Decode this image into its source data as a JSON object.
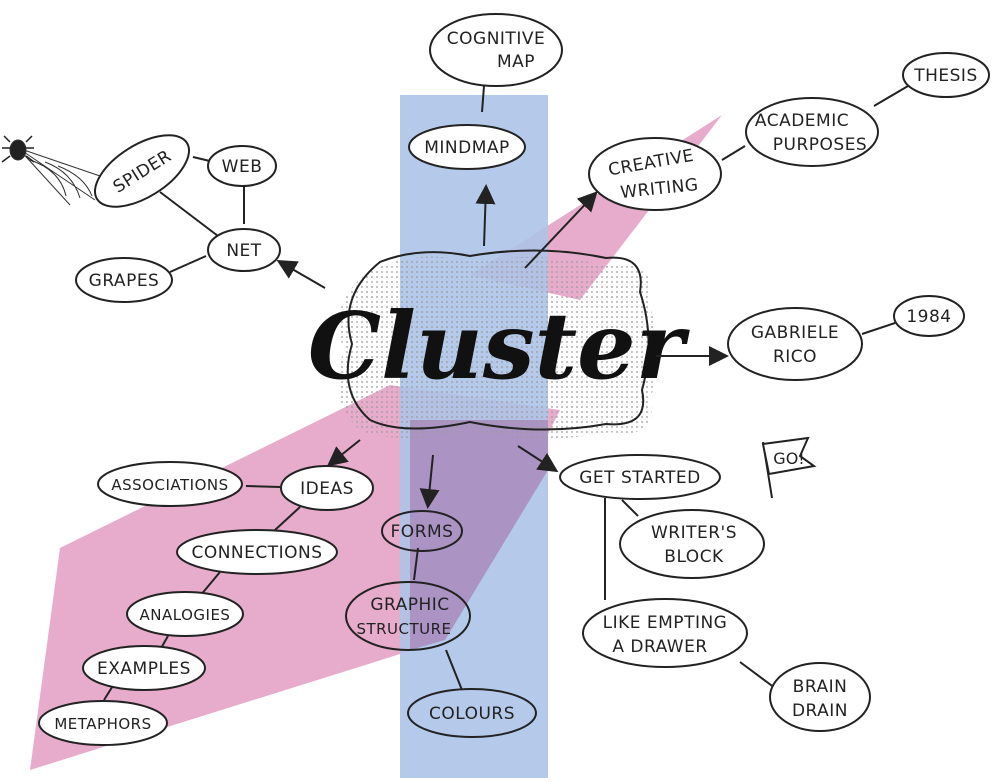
{
  "center": {
    "label": "Cluster"
  },
  "nodes": {
    "cognitive_map_line1": "COGNITIVE",
    "cognitive_map_line2": "MAP",
    "mindmap": "MINDMAP",
    "creative_writing_line1": "CREATIVE",
    "creative_writing_line2": "WRITING",
    "academic_purposes_line1": "ACADEMIC",
    "academic_purposes_line2": "PURPOSES",
    "thesis": "THESIS",
    "gabriele_rico_line1": "GABRIELE",
    "gabriele_rico_line2": "RICO",
    "year_1984": "1984",
    "spider": "SPIDER",
    "web": "WEB",
    "net": "NET",
    "grapes": "GRAPES",
    "associations": "ASSOCIATIONS",
    "ideas": "IDEAS",
    "connections": "CONNECTIONS",
    "analogies": "ANALOGIES",
    "examples": "EXAMPLES",
    "metaphors": "METAPHORS",
    "forms": "FORMS",
    "graphic_structure_line1": "GRAPHIC",
    "graphic_structure_line2": "STRUCTURE",
    "colours": "COLOURS",
    "get_started": "GET STARTED",
    "go_flag": "GO!",
    "writers_block_line1": "WRITER'S",
    "writers_block_line2": "BLOCK",
    "like_empting_line1": "LIKE EMPTING",
    "like_empting_line2": "A DRAWER",
    "brain_drain_line1": "BRAIN",
    "brain_drain_line2": "DRAIN"
  },
  "colors": {
    "pink_band": "#e4a3c6",
    "blue_band": "#adc3e8",
    "overlap": "#a98bbd",
    "ink": "#222222"
  }
}
